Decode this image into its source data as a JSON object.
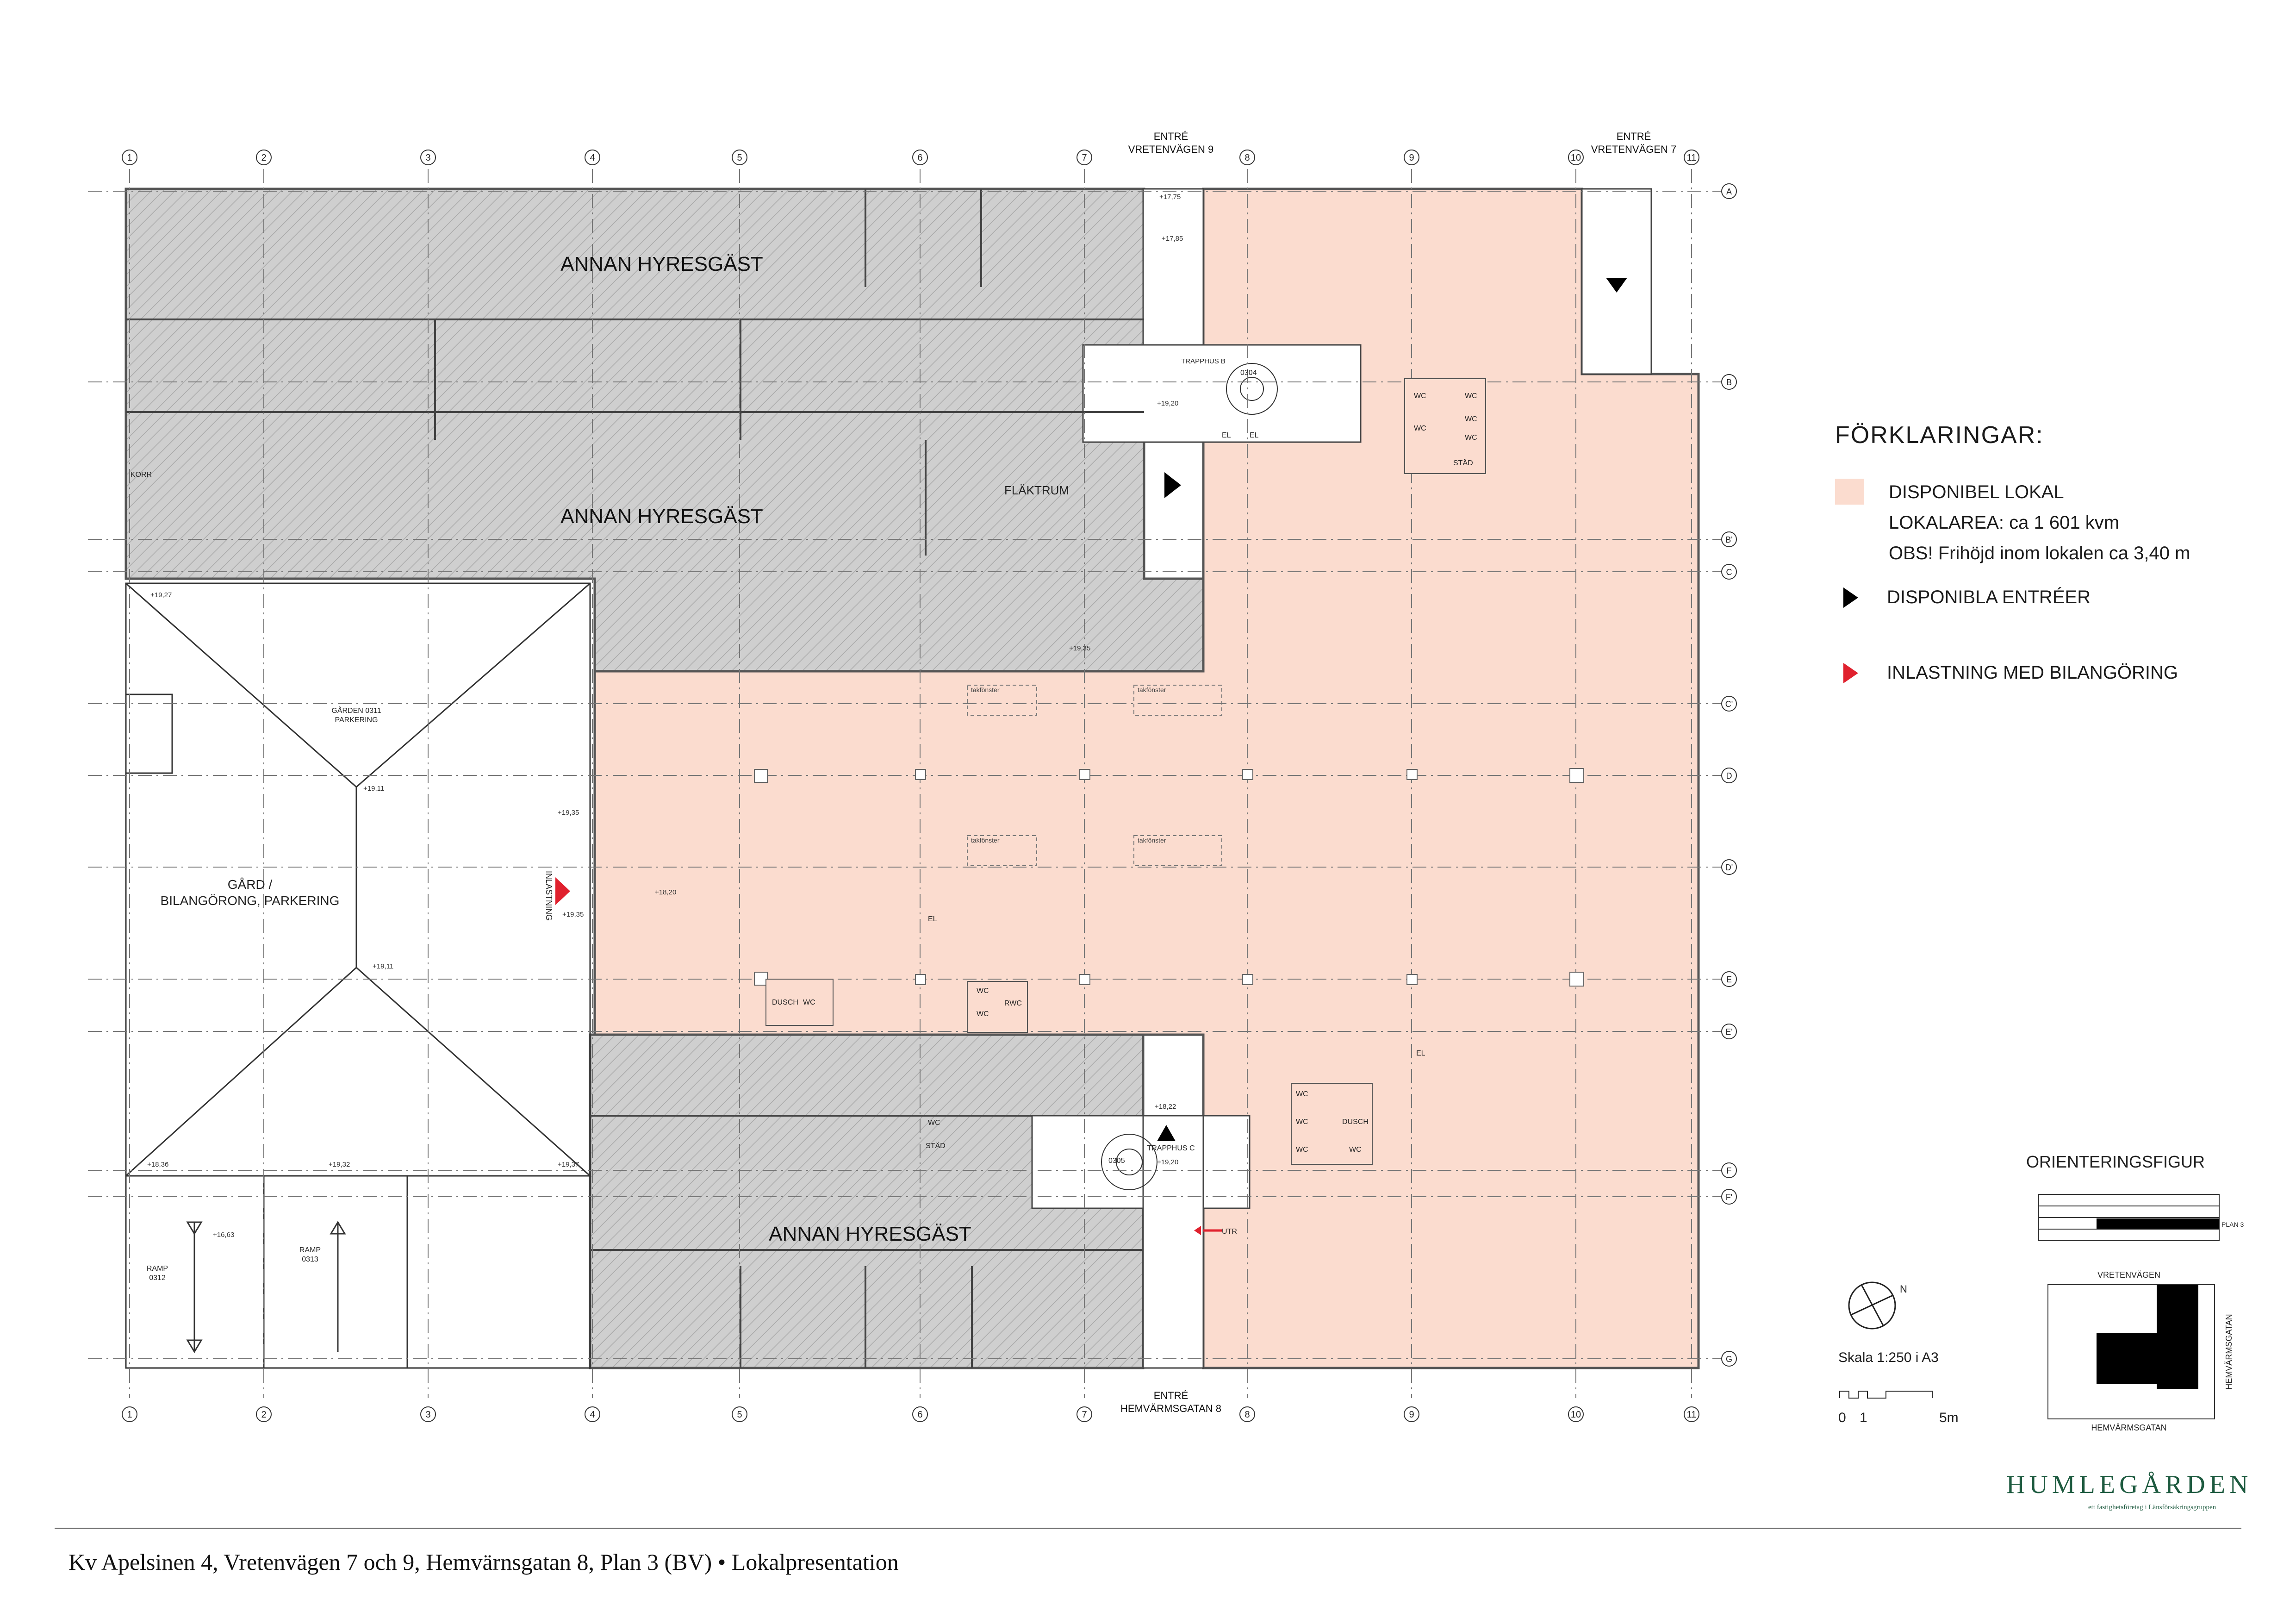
{
  "grid_columns": [
    "1",
    "2",
    "3",
    "4",
    "5",
    "6",
    "7",
    "8",
    "9",
    "10",
    "11"
  ],
  "grid_rows": [
    "A",
    "B",
    "B'",
    "C",
    "C'",
    "D",
    "D'",
    "E",
    "E'",
    "F",
    "F'",
    "G"
  ],
  "entrances": {
    "vretenvagen9": [
      "ENTRÉ",
      "VRETENVÄGEN 9"
    ],
    "vretenvagen7": [
      "ENTRÉ",
      "VRETENVÄGEN 7"
    ],
    "hemvarmsgatan8": [
      "ENTRÉ",
      "HEMVÄRMSGATAN 8"
    ]
  },
  "tenant_label": "ANNAN HYRESGÄST",
  "rooms": {
    "flaktrum": "FLÄKTRUM",
    "trapphus_b": "TRAPPHUS B",
    "trapphus_c": "TRAPPHUS C",
    "korr": "KORR",
    "garden_small": [
      "GÅRDEN 0311",
      "PARKERING"
    ],
    "gard_big": [
      "GÅRD /",
      "BILANGÖRONG, PARKERING"
    ],
    "ramp1": [
      "RAMP",
      "0312"
    ],
    "ramp2": [
      "RAMP",
      "0313"
    ],
    "inlastning": "INLASTNING",
    "wc": "WC",
    "stad": "STÄD",
    "dusch": "DUSCH",
    "rwc": "RWC",
    "el": "EL",
    "utr": "UTR",
    "takfonster": "takfönster",
    "r0304": "0304",
    "r0305": "0305"
  },
  "levels": {
    "l1775": "+17,75",
    "l1785": "+17,85",
    "l1920a": "+19,20",
    "l1927": "+19,27",
    "l1935a": "+19,35",
    "l1911a": "+19,11",
    "l1935b": "+19,35",
    "l1820": "+18,20",
    "l1935c": "+19,35",
    "l1911b": "+19,11",
    "l1936": "+18,36",
    "l1932": "+19,32",
    "l1937": "+19,37",
    "l1822": "+18,22",
    "l1920b": "+19,20",
    "l1663": "+16,63"
  },
  "legend": {
    "title": "FÖRKLARINGAR:",
    "available": "DISPONIBEL LOKAL",
    "area": "LOKALAREA:  ca 1 601 kvm",
    "height": "OBS! Frihöjd inom lokalen ca 3,40 m",
    "entrances": "DISPONIBLA ENTRÉER",
    "loading": "INLASTNING MED BILANGÖRING"
  },
  "orientation": {
    "title": "ORIENTERINGSFIGUR",
    "street_top": "VRETENVÄGEN",
    "street_bottom": "HEMVÄRMSGATAN",
    "street_right": "HEMVÄRMSGATAN",
    "plan": "PLAN 3"
  },
  "north": "N",
  "scale": {
    "label": "Skala 1:250 i A3",
    "zero": "0",
    "one": "1",
    "five": "5m"
  },
  "brand": {
    "name": "HUMLEGÅRDEN",
    "sub": "ett fastighetsföretag i Länsförsäkringsgruppen"
  },
  "footer": "Kv Apelsinen 4, Vretenvägen 7 och 9, Hemvärnsgatan 8,  Plan 3 (BV)  •   Lokalpresentation",
  "colors": {
    "available": "#fbdccf",
    "tenant": "#c9c9c9",
    "entrance": "#000000",
    "loading": "#e0212e",
    "brand": "#1d5a3f"
  }
}
